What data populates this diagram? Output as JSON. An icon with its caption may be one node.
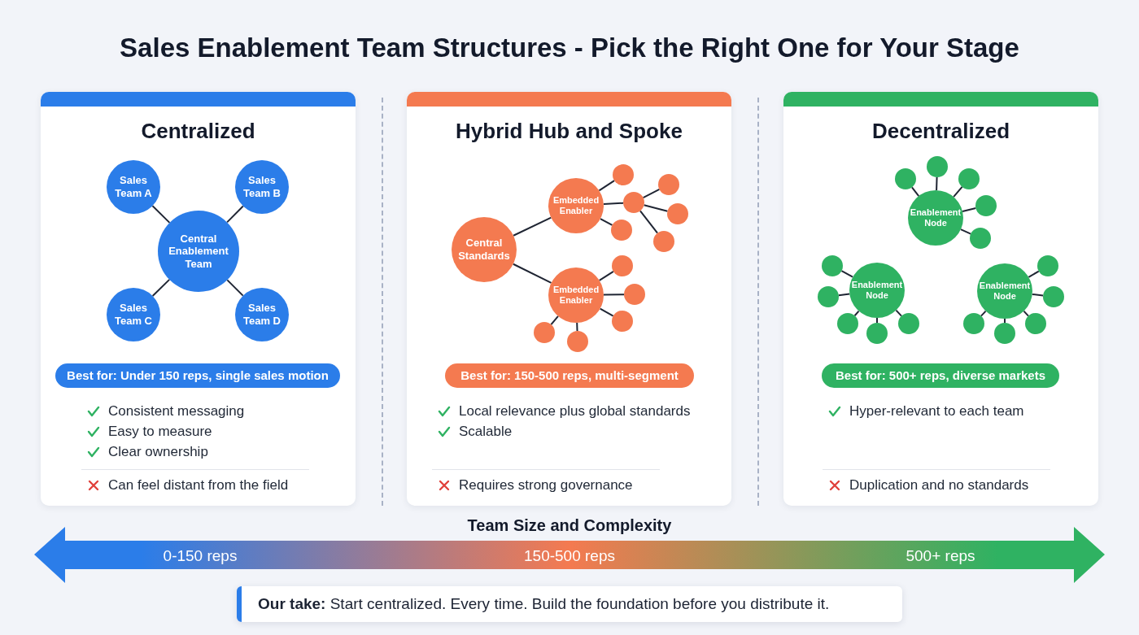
{
  "diagram": {
    "title": "Sales Enablement Team Structures - Pick the Right One for Your Stage",
    "nodes": [
      {
        "text": [
          "Centralized"
        ]
      },
      {
        "text": [
          "Sales Team A"
        ],
        "in": 0
      },
      {
        "text": [
          "Sales Team B"
        ],
        "in": 0
      },
      {
        "text": [
          "Central Enablement Team"
        ],
        "in": 0
      },
      {
        "text": [
          "Sales Team C"
        ],
        "in": 0
      },
      {
        "text": [
          "Sales Team D"
        ],
        "in": 0
      },
      {
        "text": [
          "Best for: Under 150 reps, single sales motion"
        ],
        "in": 0
      },
      {
        "text": [
          "Hybrid Hub and Spoke"
        ]
      },
      {
        "text": [
          "Central Standards"
        ],
        "in": 7
      },
      {
        "text": [
          "Embedded Enabler"
        ],
        "in": 7
      },
      {
        "text": [
          "Embedded Enabler"
        ],
        "in": 7
      },
      {
        "text": [],
        "shape": "circle",
        "in": 7
      },
      {
        "text": [],
        "shape": "circle",
        "in": 7
      },
      {
        "text": [],
        "shape": "circle",
        "in": 7
      },
      {
        "text": [],
        "shape": "circle",
        "in": 7
      },
      {
        "text": [],
        "shape": "circle",
        "in": 7
      },
      {
        "text": [],
        "shape": "circle",
        "in": 7
      },
      {
        "text": [],
        "shape": "circle",
        "in": 7
      },
      {
        "text": [],
        "shape": "circle",
        "in": 7
      },
      {
        "text": [],
        "shape": "circle",
        "in": 7
      },
      {
        "text": [],
        "shape": "circle",
        "in": 7
      },
      {
        "text": [],
        "shape": "circle",
        "in": 7
      },
      {
        "text": [
          "Best for: 150-500 reps, multi-segment"
        ],
        "in": 7
      },
      {
        "text": [
          "Decentralized"
        ]
      },
      {
        "text": [
          "Enablement Node"
        ],
        "in": 23
      },
      {
        "text": [
          "Enablement Node"
        ],
        "in": 23
      },
      {
        "text": [
          "Enablement Node"
        ],
        "in": 23
      },
      {
        "text": [],
        "shape": "circle",
        "in": 23
      },
      {
        "text": [],
        "shape": "circle",
        "in": 23
      },
      {
        "text": [],
        "shape": "circle",
        "in": 23
      },
      {
        "text": [],
        "shape": "circle",
        "in": 23
      },
      {
        "text": [],
        "shape": "circle",
        "in": 23
      },
      {
        "text": [],
        "shape": "circle",
        "in": 23
      },
      {
        "text": [],
        "shape": "circle",
        "in": 23
      },
      {
        "text": [],
        "shape": "circle",
        "in": 23
      },
      {
        "text": [],
        "shape": "circle",
        "in": 23
      },
      {
        "text": [],
        "shape": "circle",
        "in": 23
      },
      {
        "text": [],
        "shape": "circle",
        "in": 23
      },
      {
        "text": [],
        "shape": "circle",
        "in": 23
      },
      {
        "text": [],
        "shape": "circle",
        "in": 23
      },
      {
        "text": [],
        "shape": "circle",
        "in": 23
      },
      {
        "text": [],
        "shape": "circle",
        "in": 23
      },
      {
        "text": [
          "Best for: 500+ reps, diverse markets"
        ],
        "in": 23
      },
      {
        "text": [
          "**Our take:** Start centralized. Every time. Build the foundation before you distribute it."
        ]
      }
    ],
    "edges": [
      {
        "from": 3,
        "to": 1,
        "arrow": "none"
      },
      {
        "from": 3,
        "to": 2,
        "arrow": "none"
      },
      {
        "from": 3,
        "to": 4,
        "arrow": "none"
      },
      {
        "from": 3,
        "to": 5,
        "arrow": "none"
      },
      {
        "from": 8,
        "to": 9,
        "arrow": "none"
      },
      {
        "from": 8,
        "to": 10,
        "arrow": "none"
      },
      {
        "from": 9,
        "to": 11,
        "arrow": "none"
      },
      {
        "from": 9,
        "to": 12,
        "arrow": "none"
      },
      {
        "from": 9,
        "to": 13,
        "arrow": "none"
      },
      {
        "from": 12,
        "to": 14,
        "arrow": "none"
      },
      {
        "from": 12,
        "to": 15,
        "arrow": "none"
      },
      {
        "from": 12,
        "to": 16,
        "arrow": "none"
      },
      {
        "from": 10,
        "to": 17,
        "arrow": "none"
      },
      {
        "from": 10,
        "to": 18,
        "arrow": "none"
      },
      {
        "from": 10,
        "to": 19,
        "arrow": "none"
      },
      {
        "from": 10,
        "to": 20,
        "arrow": "none"
      },
      {
        "from": 10,
        "to": 21,
        "arrow": "none"
      },
      {
        "from": 24,
        "to": 27,
        "arrow": "none"
      },
      {
        "from": 24,
        "to": 28,
        "arrow": "none"
      },
      {
        "from": 24,
        "to": 29,
        "arrow": "none"
      },
      {
        "from": 24,
        "to": 30,
        "arrow": "none"
      },
      {
        "from": 24,
        "to": 31,
        "arrow": "none"
      },
      {
        "from": 25,
        "to": 32,
        "arrow": "none"
      },
      {
        "from": 25,
        "to": 33,
        "arrow": "none"
      },
      {
        "from": 25,
        "to": 34,
        "arrow": "none"
      },
      {
        "from": 25,
        "to": 35,
        "arrow": "none"
      },
      {
        "from": 25,
        "to": 36,
        "arrow": "none"
      },
      {
        "from": 26,
        "to": 37,
        "arrow": "none"
      },
      {
        "from": 26,
        "to": 38,
        "arrow": "none"
      },
      {
        "from": 26,
        "to": 39,
        "arrow": "none"
      },
      {
        "from": 26,
        "to": 40,
        "arrow": "none"
      },
      {
        "from": 26,
        "to": 41,
        "arrow": "none"
      }
    ],
    "labels": [
      "Consistent messaging",
      "Easy to measure",
      "Clear ownership",
      "Can feel distant from the field",
      "Local relevance plus global standards",
      "Scalable",
      "Requires strong governance",
      "Hyper-relevant to each team",
      "Duplication and no standards",
      "Team Size and Complexity",
      "0-150 reps",
      "150-500 reps",
      "500+ reps"
    ]
  }
}
